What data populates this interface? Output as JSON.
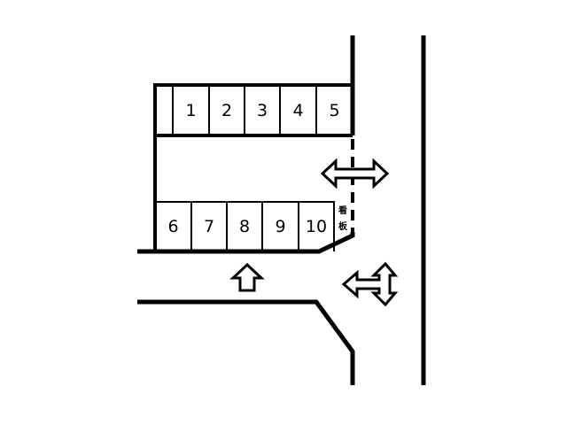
{
  "lot": {
    "top_row": [
      "1",
      "2",
      "3",
      "4",
      "5"
    ],
    "bottom_row": [
      "6",
      "7",
      "8",
      "9",
      "10"
    ]
  },
  "sign": {
    "char_1": "看",
    "char_2": "板"
  },
  "colors": {
    "line": "#000000",
    "background": "#ffffff"
  },
  "arrows": {
    "entrance": "up-arrow-icon",
    "exit_both_ways": "left-right-arrow-icon",
    "turn": "turn-arrow-icon"
  }
}
